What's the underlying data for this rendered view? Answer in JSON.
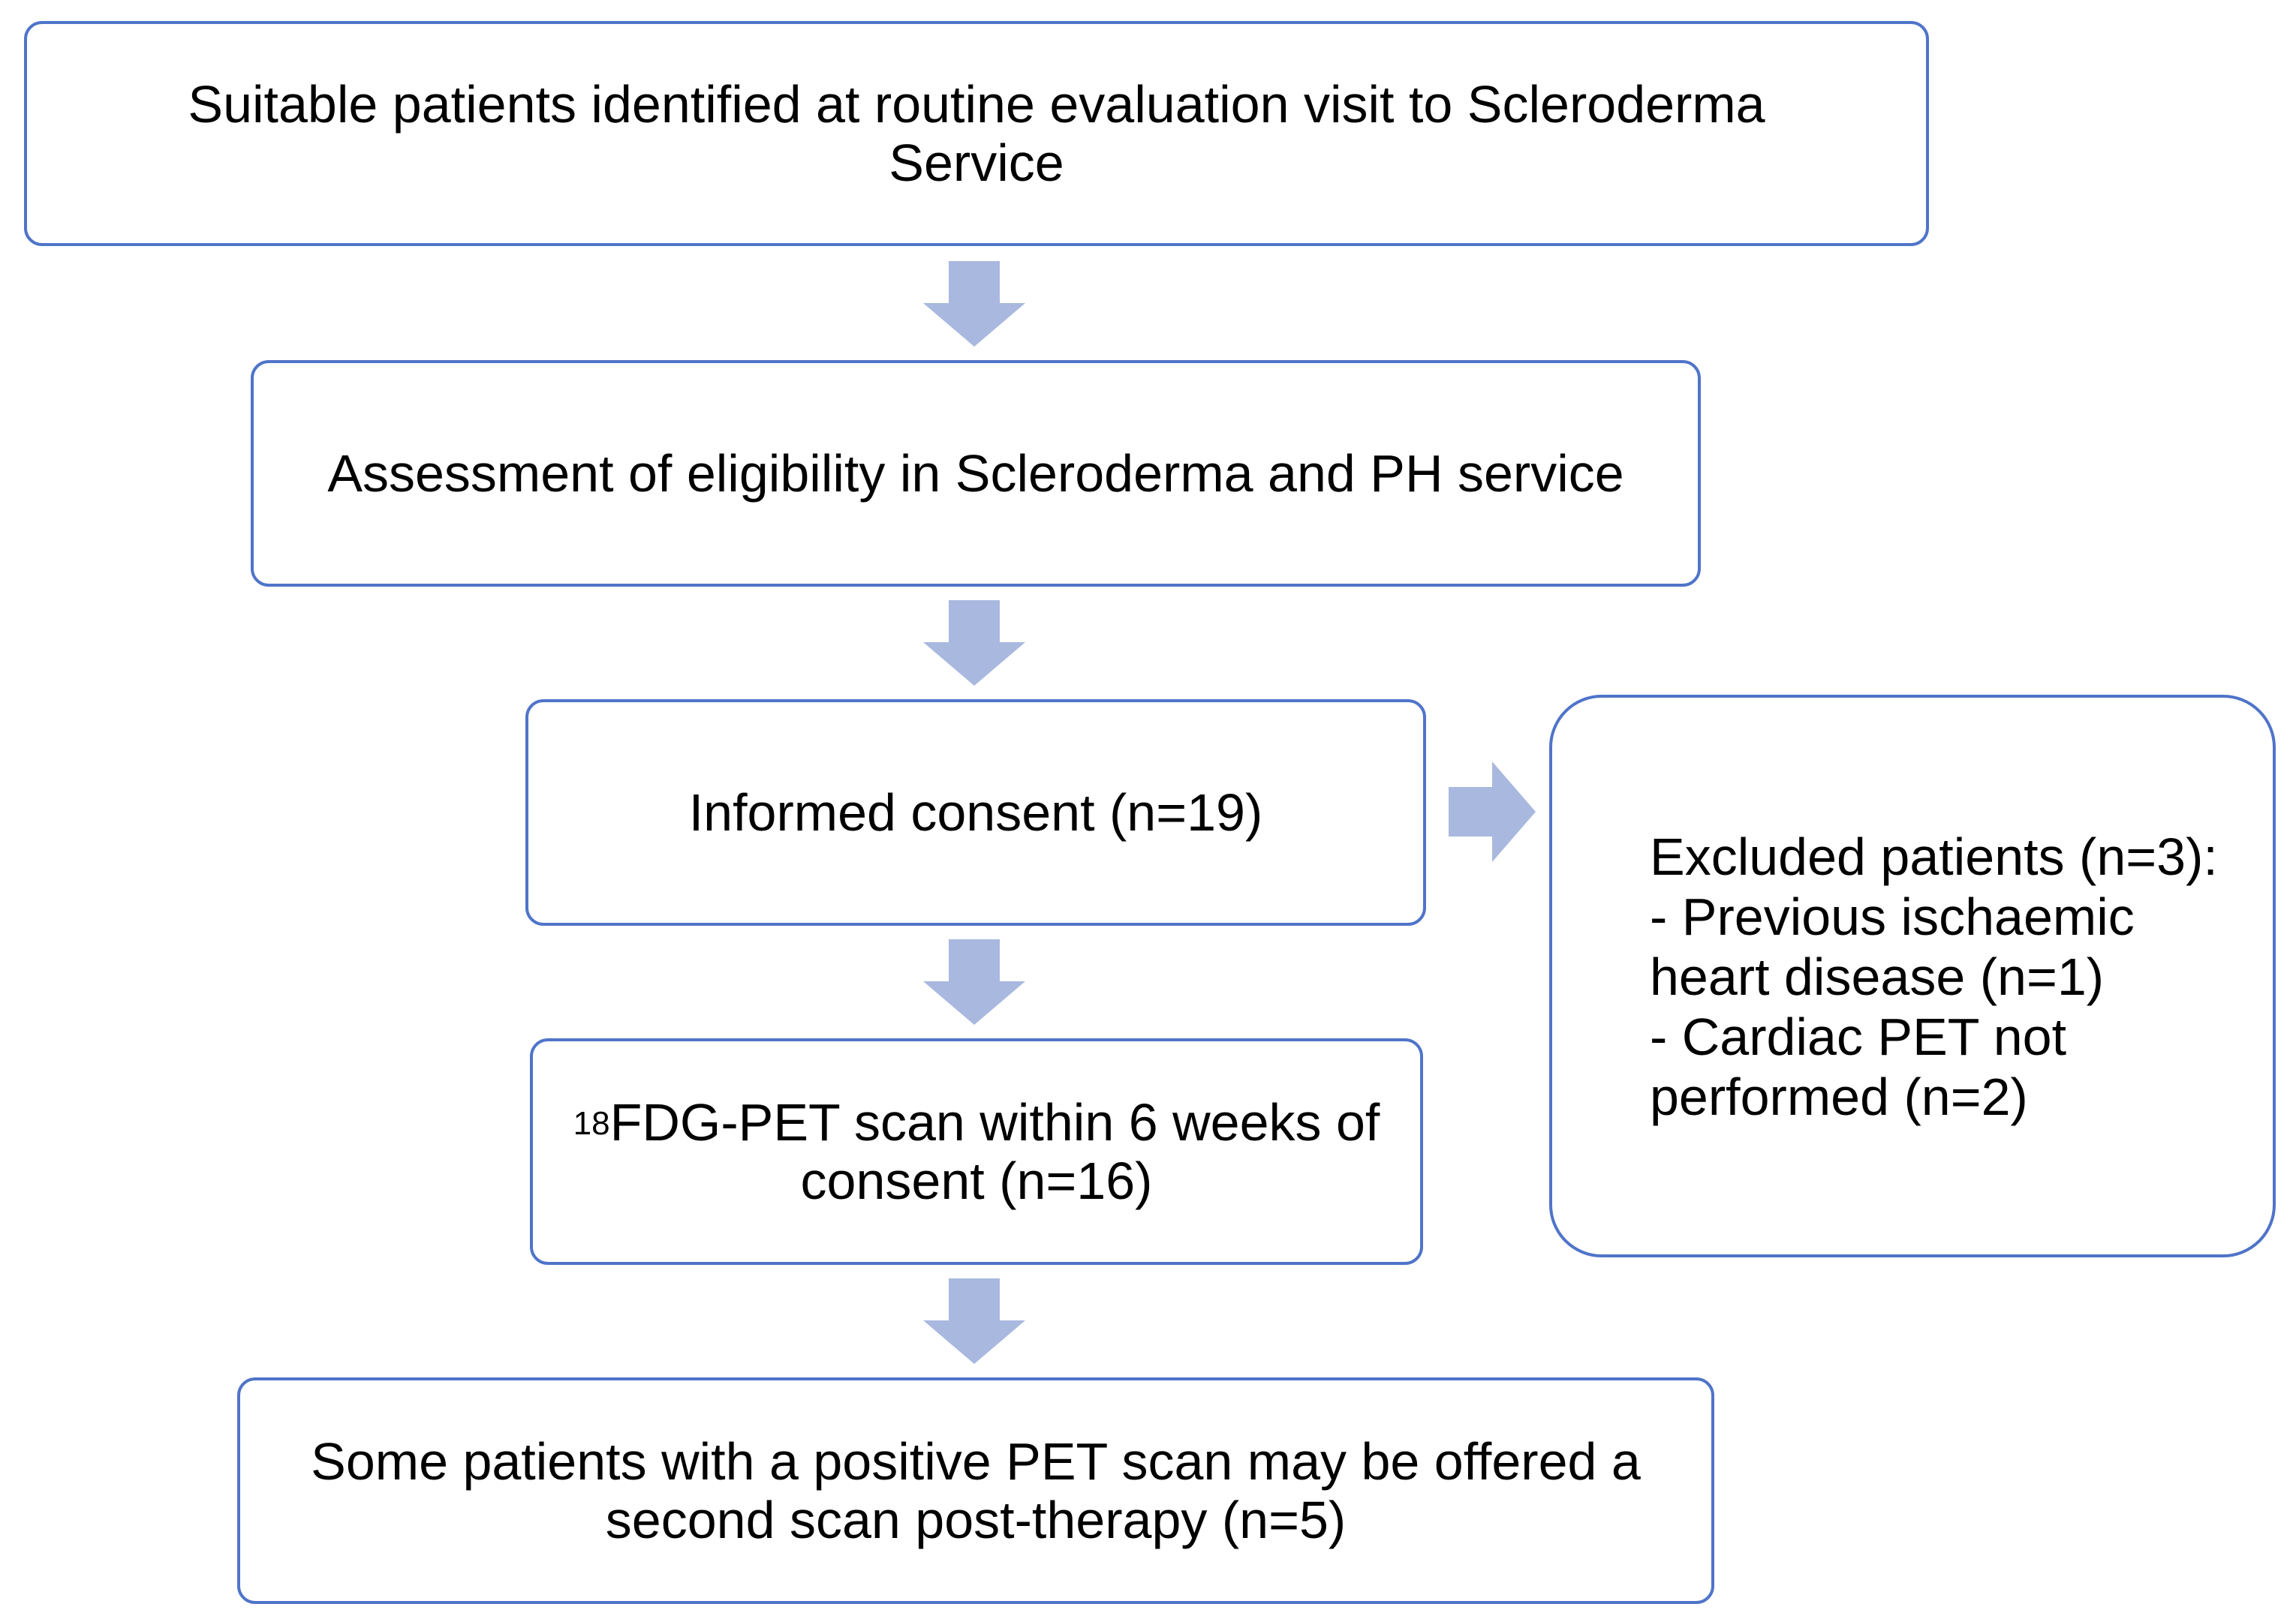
{
  "diagram": {
    "colors": {
      "box_border": "#4f74c9",
      "arrow_fill": "#a9b8df",
      "background": "#ffffff"
    },
    "steps": [
      {
        "text": "Suitable patients identified at routine evaluation visit to Scleroderma Service"
      },
      {
        "text": "Assessment of eligibility in Scleroderma and PH service"
      },
      {
        "text": "Informed consent (n=19)"
      },
      {
        "superscript": "18",
        "text": "FDG-PET scan within 6 weeks of consent (n=16)"
      },
      {
        "text": "Some patients with a positive PET scan may be offered a second scan post-therapy (n=5)"
      }
    ],
    "excluded": {
      "title": "Excluded patients (n=3):",
      "items": [
        "- Previous ischaemic heart disease (n=1)",
        "- Cardiac PET not performed (n=2)"
      ]
    }
  }
}
